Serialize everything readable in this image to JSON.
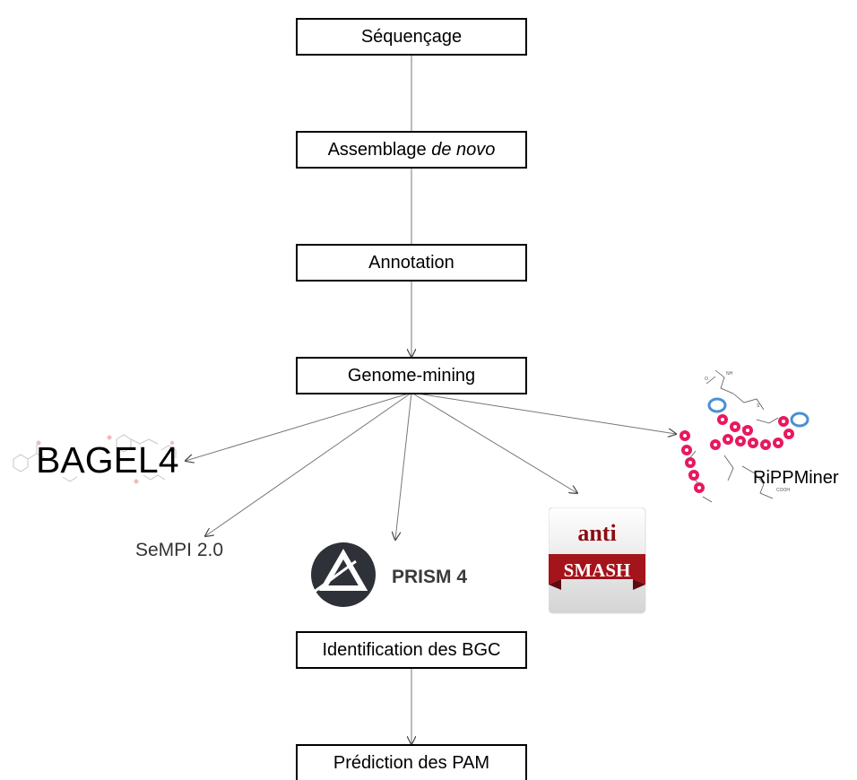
{
  "steps": {
    "sequencing": "Séquençage",
    "assembly_prefix": "Assemblage ",
    "assembly_italic": "de novo",
    "annotation": "Annotation",
    "genome_mining": "Genome-mining",
    "bgc_identification": "Identification des BGC",
    "pam_prediction": "Prédiction des PAM"
  },
  "tools": {
    "bagel": "BAGEL4",
    "sempi": "SeMPI 2.0",
    "prism": "PRISM 4",
    "antismash_top": "anti",
    "antismash_bottom": "SMASH",
    "rippminer": "RiPPMiner"
  },
  "colors": {
    "antismash_red": "#a3141b",
    "ripp_pink": "#e8185f",
    "ripp_blue": "#4a8fd4",
    "prism_dark": "#2f3138"
  }
}
